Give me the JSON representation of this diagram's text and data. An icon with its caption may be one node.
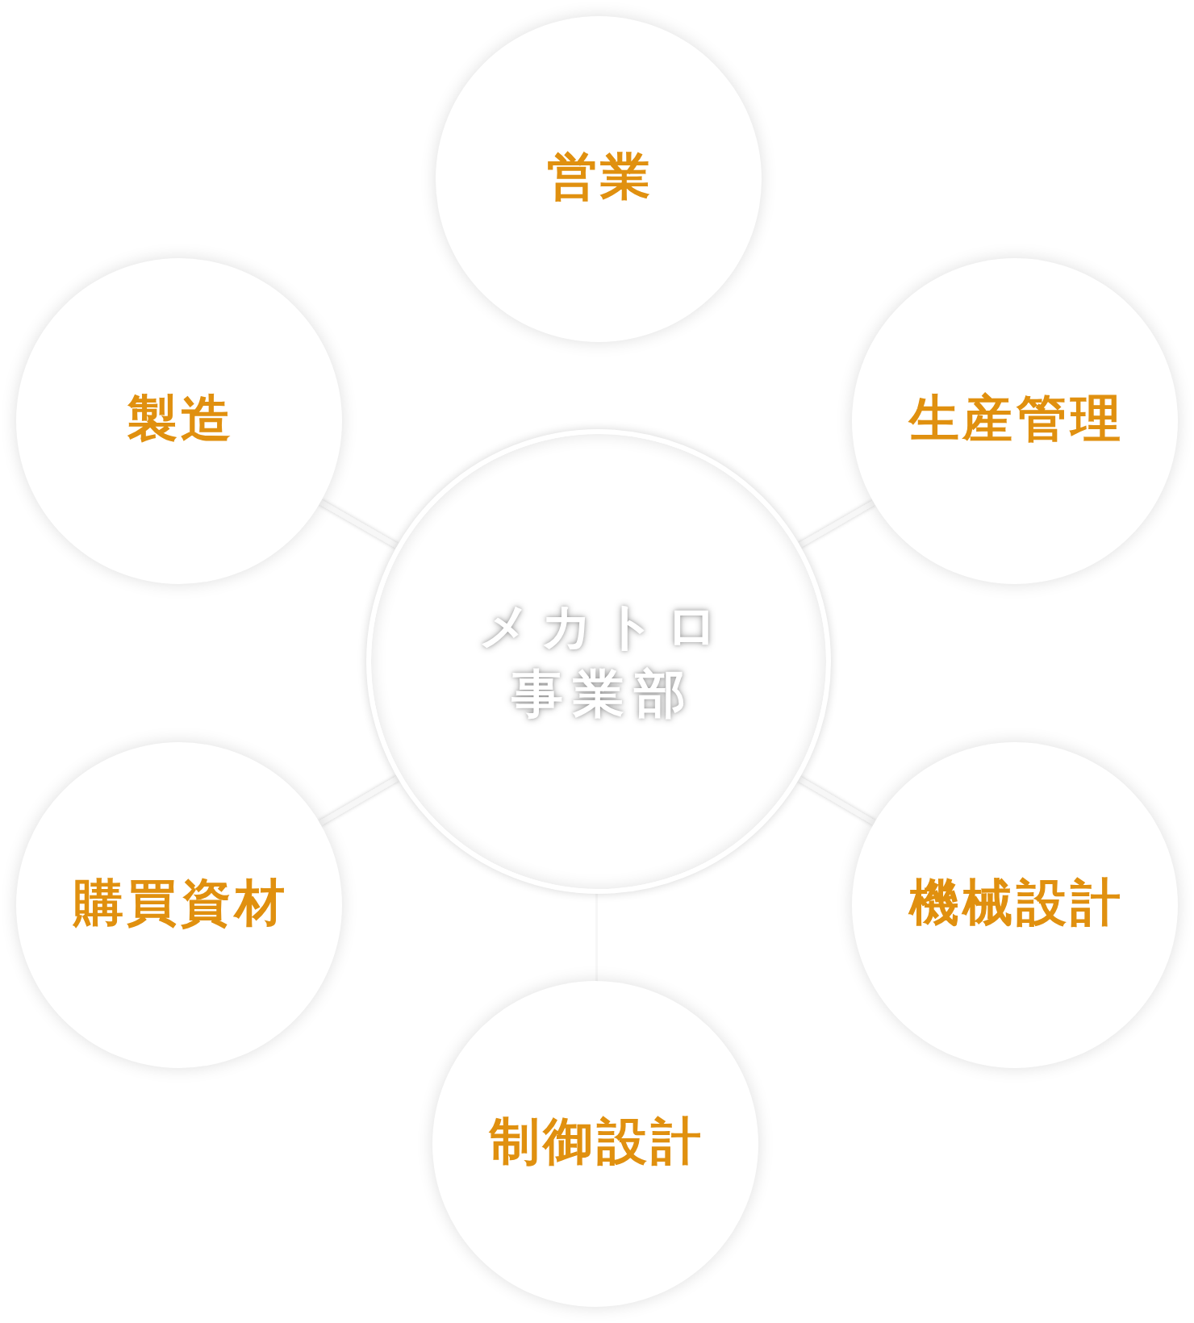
{
  "diagram": {
    "nodes": [
      {
        "text": [
          "メカトロ事業部"
        ]
      },
      {
        "text": [
          "営業"
        ]
      },
      {
        "text": [
          "生産管理"
        ]
      },
      {
        "text": [
          "機械設計"
        ]
      },
      {
        "text": [
          "制御設計"
        ]
      },
      {
        "text": [
          "購買資材"
        ]
      },
      {
        "text": [
          "製造"
        ]
      }
    ],
    "edges": [
      {
        "from": 0,
        "to": 1,
        "arrow": "none"
      },
      {
        "from": 0,
        "to": 2,
        "arrow": "none"
      },
      {
        "from": 0,
        "to": 3,
        "arrow": "none"
      },
      {
        "from": 0,
        "to": 4,
        "arrow": "none"
      },
      {
        "from": 0,
        "to": 5,
        "arrow": "none"
      },
      {
        "from": 0,
        "to": 6,
        "arrow": "none"
      }
    ]
  }
}
